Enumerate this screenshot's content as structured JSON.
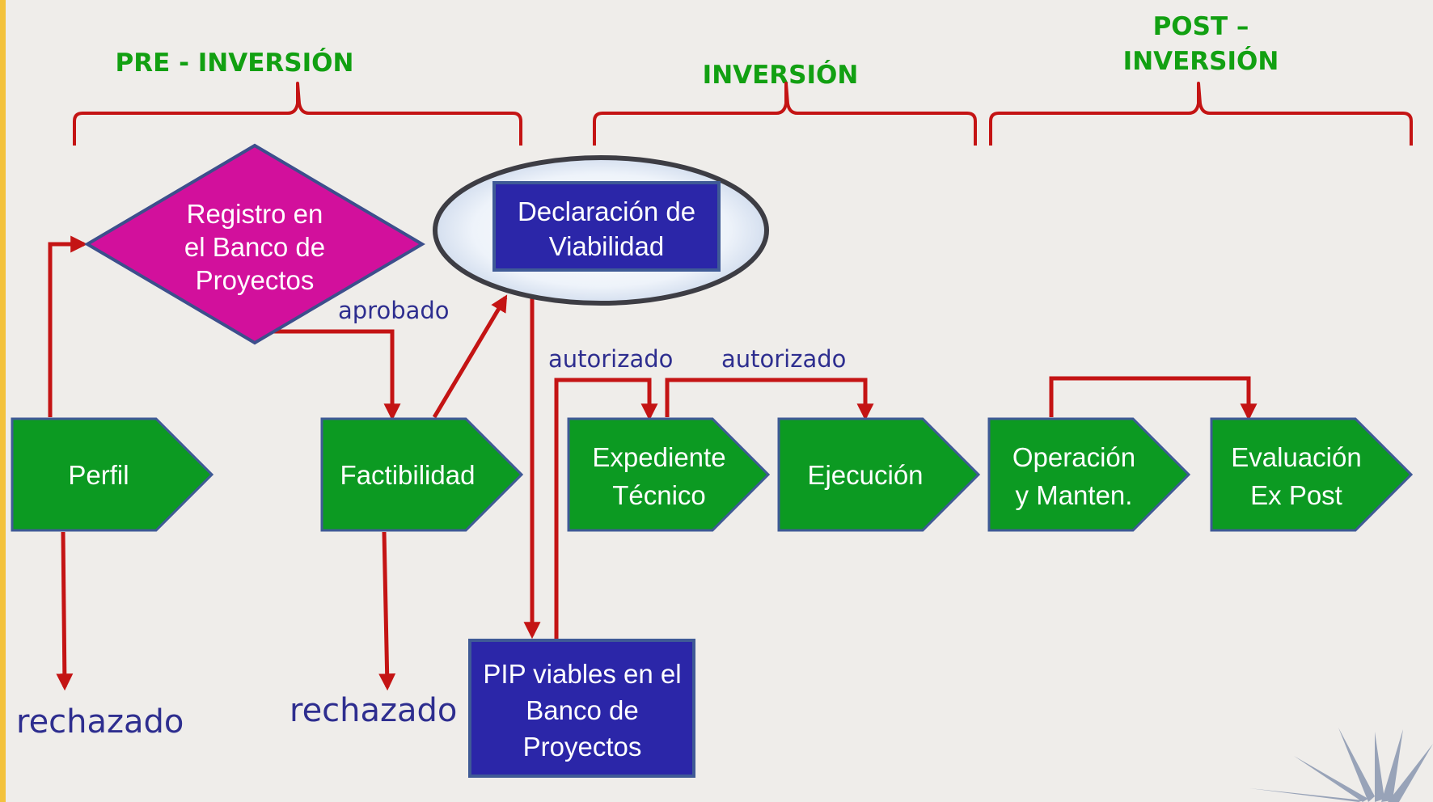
{
  "phases": {
    "pre": "PRE - INVERSIÓN",
    "inversion": "INVERSIÓN",
    "post_line1": "POST –",
    "post_line2": "INVERSIÓN"
  },
  "nodes": {
    "registro": [
      "Registro en",
      "el Banco de",
      "Proyectos"
    ],
    "declaracion": [
      "Declaración de",
      "Viabilidad"
    ],
    "perfil": "Perfil",
    "factibilidad": "Factibilidad",
    "expediente": [
      "Expediente",
      "Técnico"
    ],
    "ejecucion": "Ejecución",
    "operacion": [
      "Operación",
      "y Manten."
    ],
    "evaluacion": [
      "Evaluación",
      "Ex Post"
    ],
    "pip": [
      "PIP viables en el",
      "Banco de",
      "Proyectos"
    ]
  },
  "edge_labels": {
    "aprobado": "aprobado",
    "autorizado_1": "autorizado",
    "autorizado_2": "autorizado",
    "rechazado_1": "rechazado",
    "rechazado_2": "rechazado"
  },
  "colors": {
    "green": "#0c9a22",
    "magenta": "#d2109c",
    "navy": "#2b26a8",
    "arrow": "#c41414",
    "phase_text": "#12a012",
    "label_text": "#2e2e8f"
  }
}
